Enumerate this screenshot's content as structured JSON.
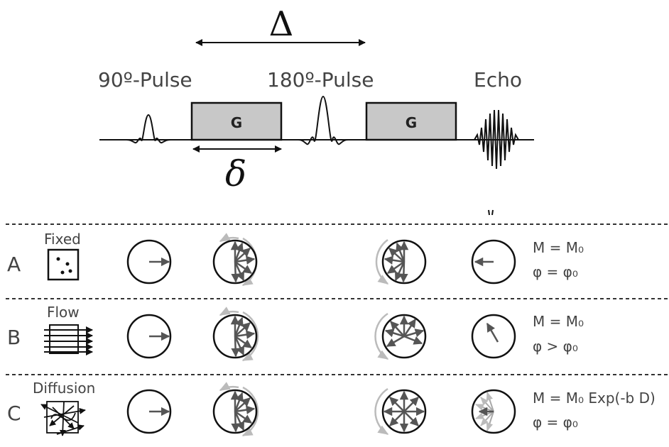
{
  "timing": {
    "Delta": "Δ",
    "delta": "δ",
    "pulse90": "90º-Pulse",
    "pulse180": "180º-Pulse",
    "echo": "Echo",
    "gradient": "G"
  },
  "rows": [
    {
      "letter": "A",
      "label": "Fixed",
      "eq1": "M = M₀",
      "eq2": "φ = φ₀"
    },
    {
      "letter": "B",
      "label": "Flow",
      "eq1": "M = M₀",
      "eq2": "φ > φ₀"
    },
    {
      "letter": "C",
      "label": "Diffusion",
      "eq1": "M = M₀ Exp(-b D)",
      "eq2": "φ = φ₀"
    }
  ]
}
